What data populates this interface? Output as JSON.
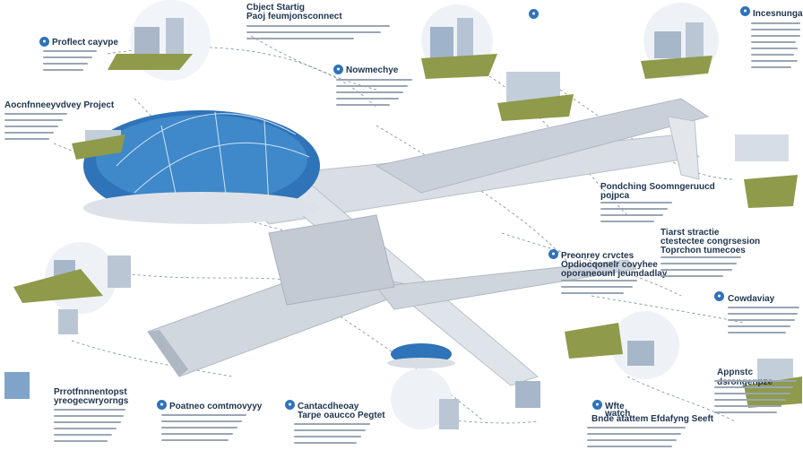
{
  "colors": {
    "accent": "#2f73b8",
    "dark": "#1f3550",
    "grey": "#cfd6de",
    "ground": "#8f9a4a"
  },
  "labels": {
    "l1": "Cbject Startig",
    "l1b": "Paoj feumjonsconnect",
    "l2": "Proflect cayvpe",
    "l3": "Aocnfnneeyvdvey Project",
    "l4": "Nowmechye",
    "l5": "Incesnungayayiy",
    "l6": "Pondching Soomngeruucd",
    "l6b": "pojpca",
    "l7": "Preonrey crvctes",
    "l7b": "Opdiocqonelr covyhee",
    "l7c": "oporaneounl jeumdadlay",
    "l8": "Tiarst stractie",
    "l8b": "ctestectee congrsesion",
    "l8c": "Toprchon tumecoes",
    "l9": "Cowdaviay",
    "l10": "Appnstc dsrongenpze",
    "l11": "Prrotfnnnentopst",
    "l11b": "yreogecwryorngs",
    "l12": "Poatneo comtmovyyy",
    "l13": "Cantacdheoay",
    "l13b": "Tarpe oaucco Pegtet",
    "l14": "Wfte",
    "l14b": "watch",
    "l15": "Bnde atattem Efdafyng Seeft"
  }
}
